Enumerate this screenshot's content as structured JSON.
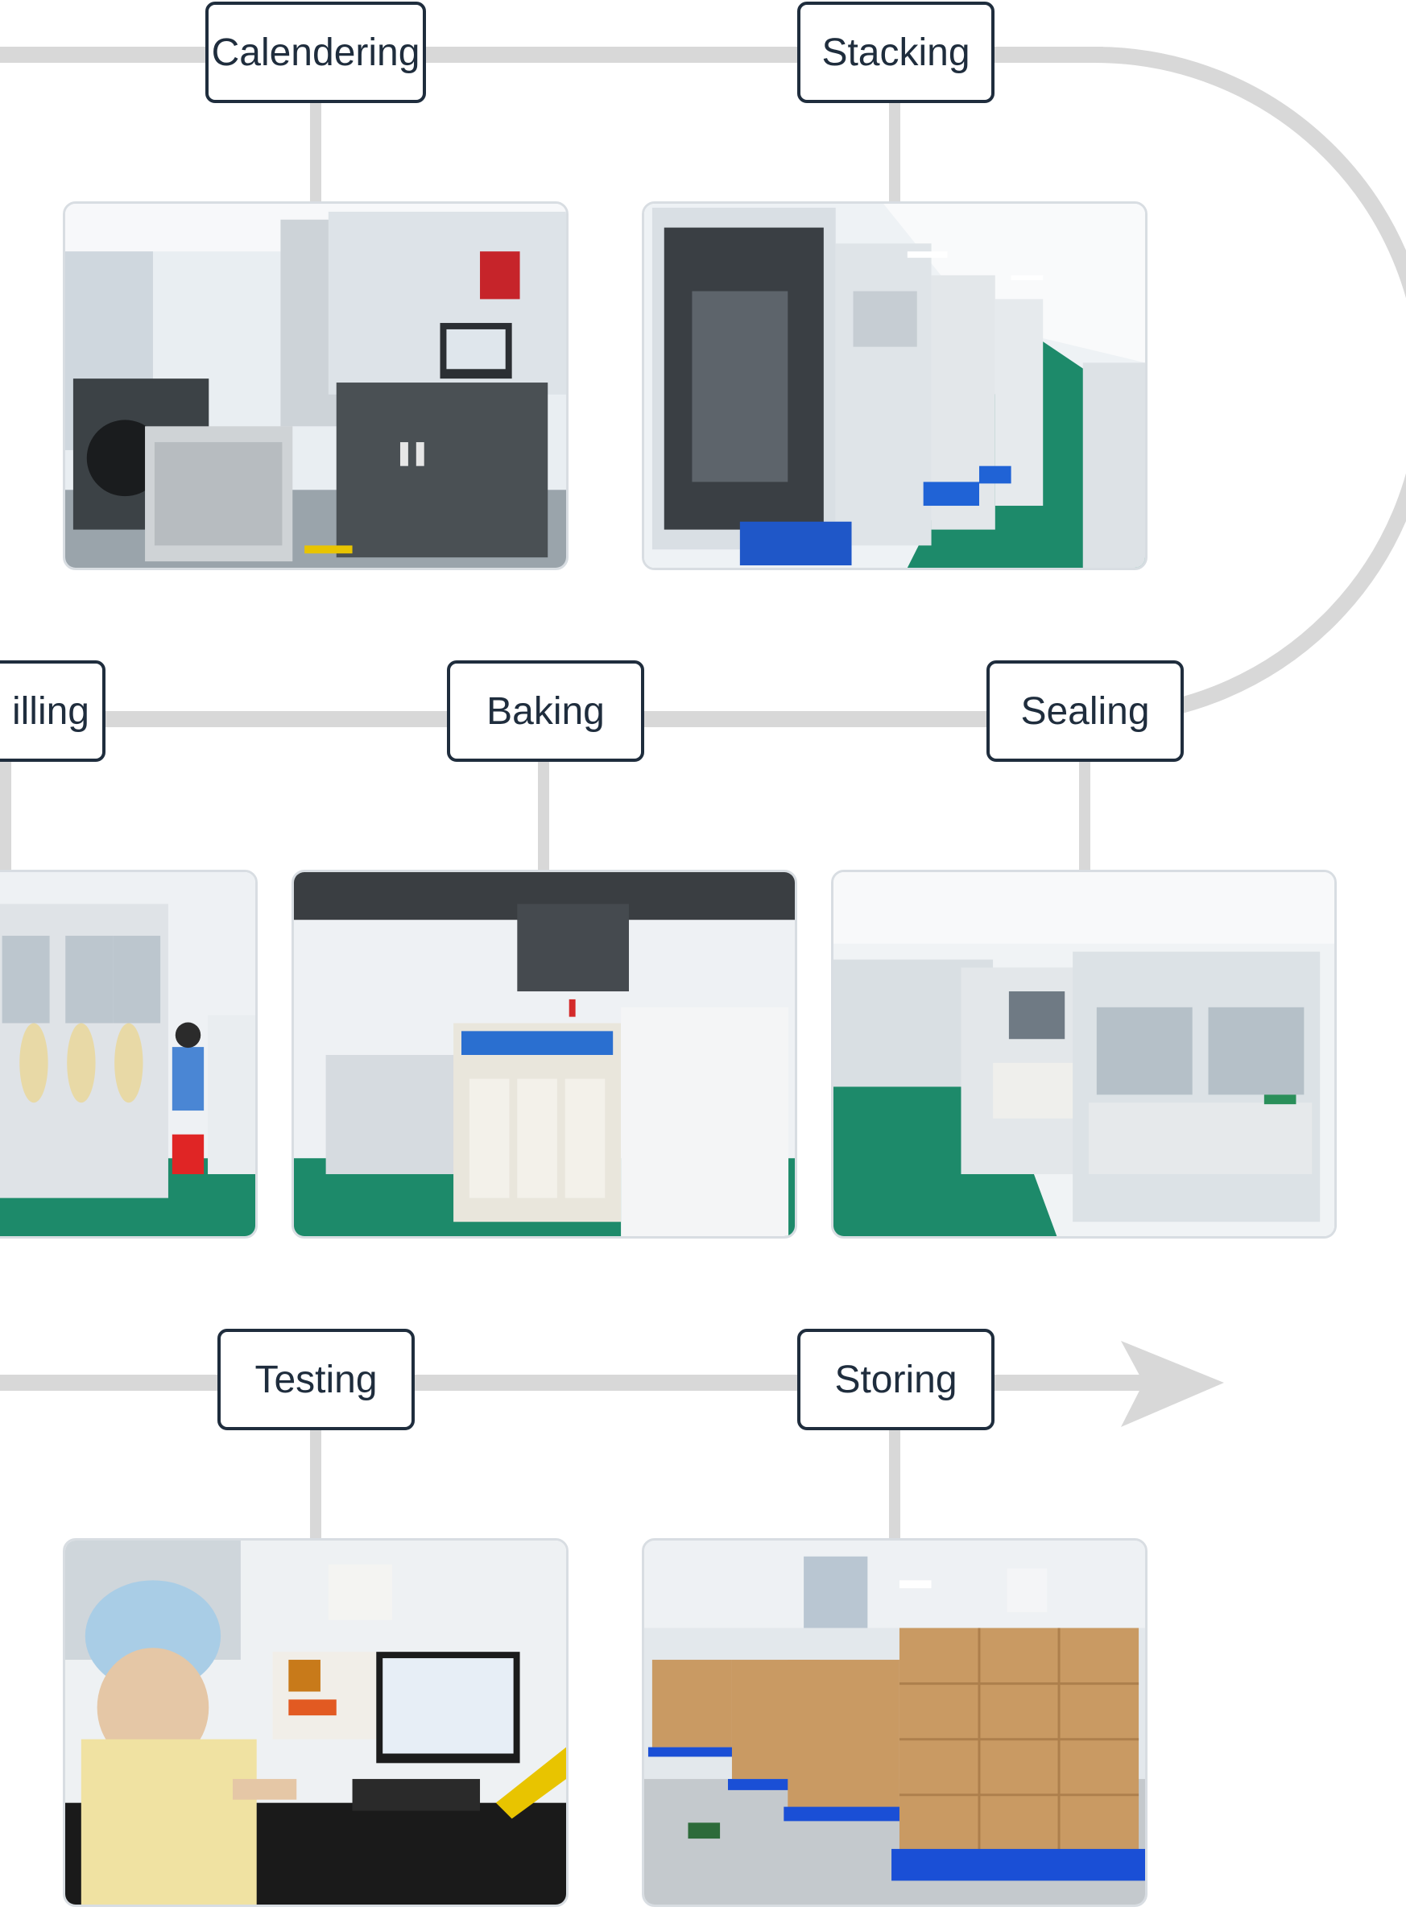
{
  "title": "",
  "colors": {
    "connector": "#d8d8d8",
    "label_border": "#1f2d3d",
    "label_text": "#1f2d3d",
    "floor_green": "#1d8a6a",
    "cardboard": "#c99a63",
    "pallet_blue": "#1a4fd6"
  },
  "steps": [
    {
      "id": "calendering",
      "label": "Calendering",
      "photo": "calendering machine with control cabinet and monitor"
    },
    {
      "id": "stacking",
      "label": "Stacking",
      "photo": "long automated stacking line with blue bins"
    },
    {
      "id": "sealing",
      "label": "Sealing",
      "photo": "sealing equipment in clean room"
    },
    {
      "id": "baking",
      "label": "Baking",
      "photo": "row of vacuum baking ovens"
    },
    {
      "id": "filling",
      "label": "illing",
      "photo": "glove box filling station with operator"
    },
    {
      "id": "testing",
      "label": "Testing",
      "photo": "operator at battery tester and computer"
    },
    {
      "id": "storing",
      "label": "Storing",
      "photo": "stacked cardboard boxes on blue pallets in warehouse"
    }
  ],
  "flow_end": "arrow-right-icon"
}
